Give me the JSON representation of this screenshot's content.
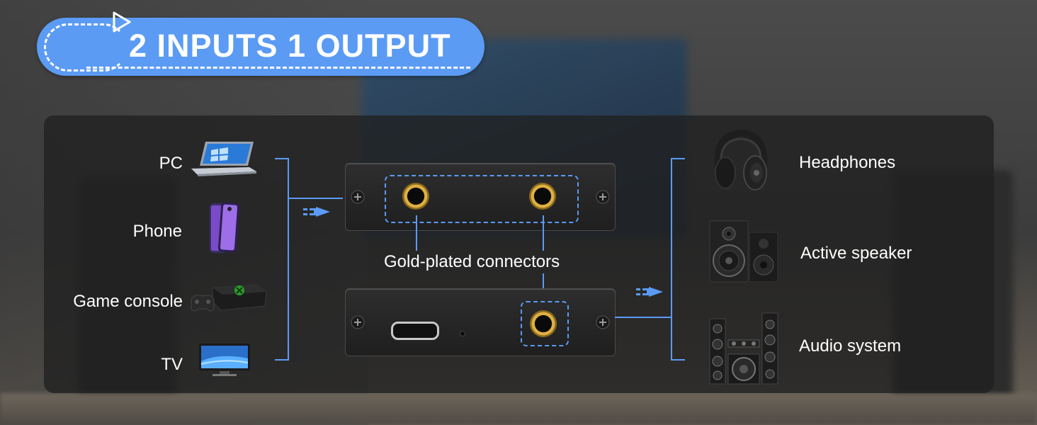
{
  "banner": {
    "title": "2 INPUTS 1 OUTPUT"
  },
  "inputs": [
    {
      "label": "PC",
      "icon": "laptop-icon"
    },
    {
      "label": "Phone",
      "icon": "phone-icon"
    },
    {
      "label": "Game console",
      "icon": "game-console-icon"
    },
    {
      "label": "TV",
      "icon": "tv-icon"
    }
  ],
  "connectors": {
    "label": "Gold-plated connectors"
  },
  "outputs": [
    {
      "label": "Headphones",
      "icon": "headphones-icon"
    },
    {
      "label": "Active speaker",
      "icon": "speaker-icon"
    },
    {
      "label": "Audio system",
      "icon": "audio-system-icon"
    }
  ],
  "colors": {
    "accent": "#5b9bf4",
    "panel": "#202020",
    "gold": "#e0b040"
  }
}
